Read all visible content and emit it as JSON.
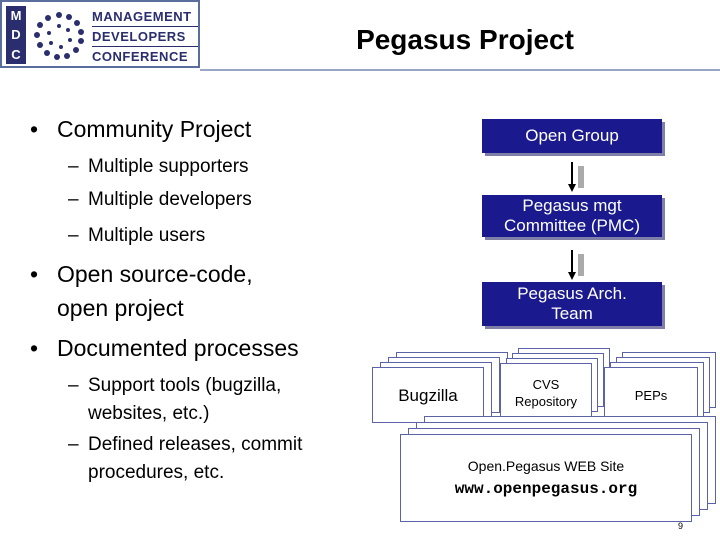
{
  "logo": {
    "letters": [
      "M",
      "D",
      "C"
    ],
    "words": [
      "MANAGEMENT",
      "DEVELOPERS",
      "CONFERENCE"
    ]
  },
  "title": "Pegasus Project",
  "bullets": {
    "community": "Community Project",
    "supporters": "Multiple supporters",
    "developers": "Multiple developers",
    "users": "Multiple users",
    "open_source_1": "Open source-code,",
    "open_source_2": "open project",
    "documented": "Documented processes",
    "support_tools_1": "Support tools (bugzilla,",
    "support_tools_2": "websites, etc.)",
    "releases_1": "Defined releases, commit",
    "releases_2": "procedures, etc.",
    "bullet_glyph": "•",
    "dash_glyph": "–"
  },
  "diagram": {
    "open_group": "Open Group",
    "pmc_1": "Pegasus mgt",
    "pmc_2": "Committee (PMC)",
    "arch_1": "Pegasus Arch.",
    "arch_2": "Team",
    "bugzilla": "Bugzilla",
    "cvs_1": "CVS",
    "cvs_2": "Repository",
    "peps": "PEPs",
    "website_1": "Open.Pegasus WEB Site",
    "website_2": "www.openpegasus.org",
    "colors": {
      "box": "#1a1a8e",
      "sheet_border": "#5b62a8",
      "sheet_fill": "#ffffff"
    }
  },
  "page_number": "9"
}
